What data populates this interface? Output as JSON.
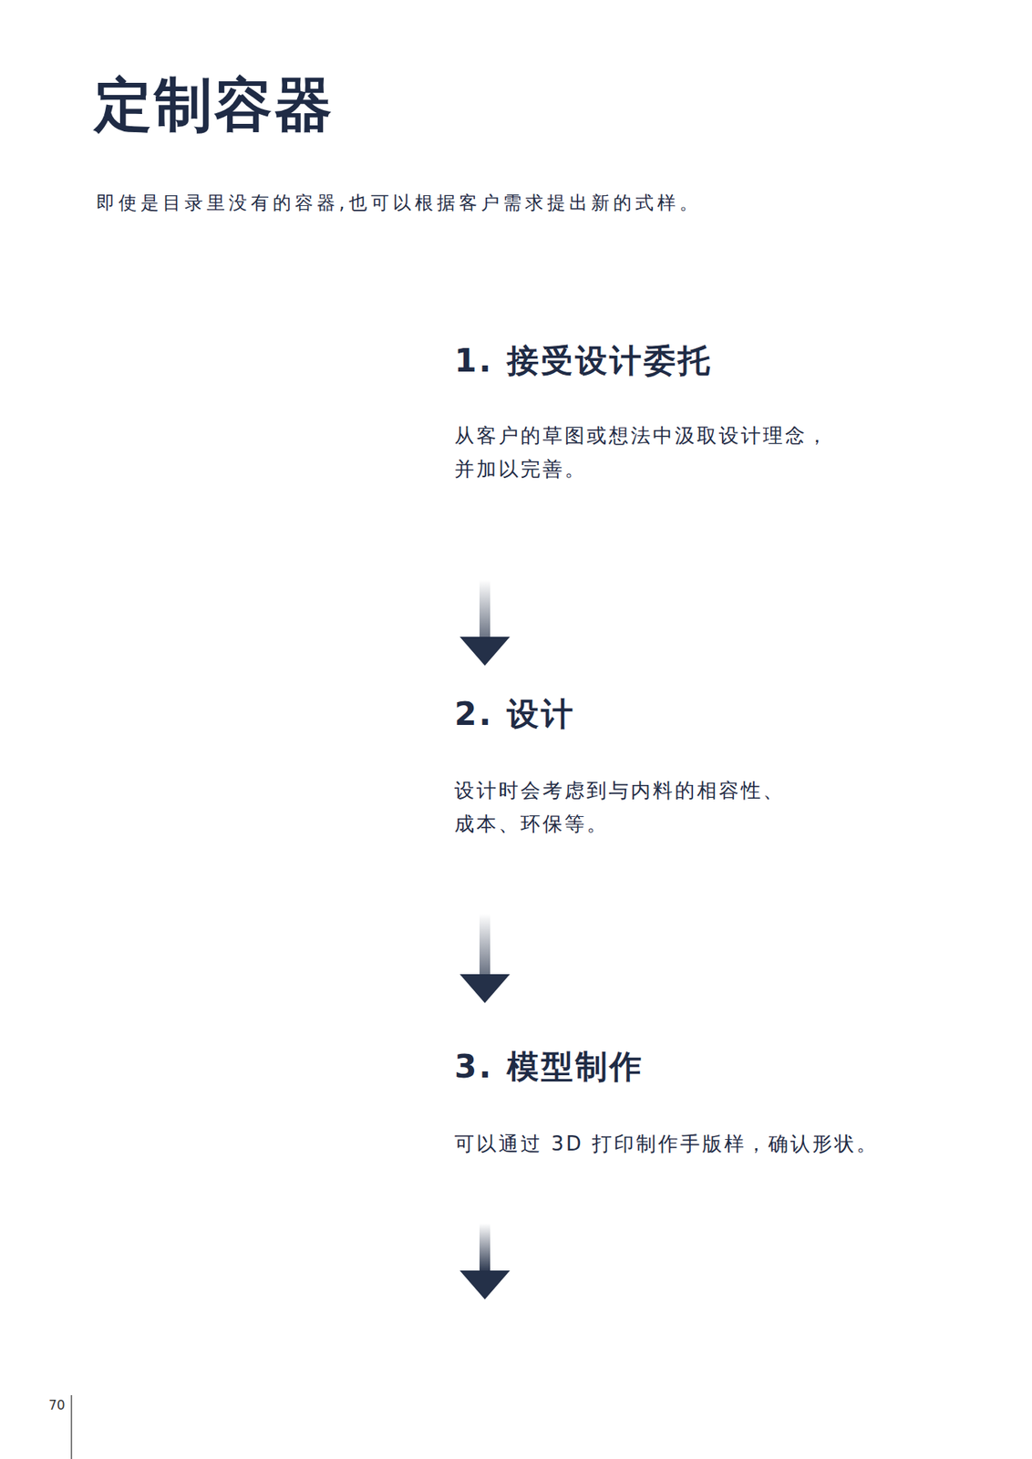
{
  "diagram": {
    "title": "定制容器",
    "nodes": [
      {
        "text": [
          "1. 接受设计委托",
          "从客户的草图或想法中汲取设计理念， 并加以完善。"
        ]
      },
      {
        "text": [
          "2. 设计",
          "设计时会考虑到与内料的相容性、 成本、环保等。"
        ]
      },
      {
        "text": [
          "3. 模型制作",
          "可以通过 3D 打印制作手版样，确认形状。"
        ]
      }
    ],
    "edges": [
      {
        "from": 0,
        "to": 1,
        "arrow": "to"
      },
      {
        "from": 1,
        "to": 2,
        "arrow": "to"
      }
    ],
    "labels": [
      "即使是目录里没有的容器,也可以根据客户需求提出新的式样。",
      "70"
    ]
  }
}
